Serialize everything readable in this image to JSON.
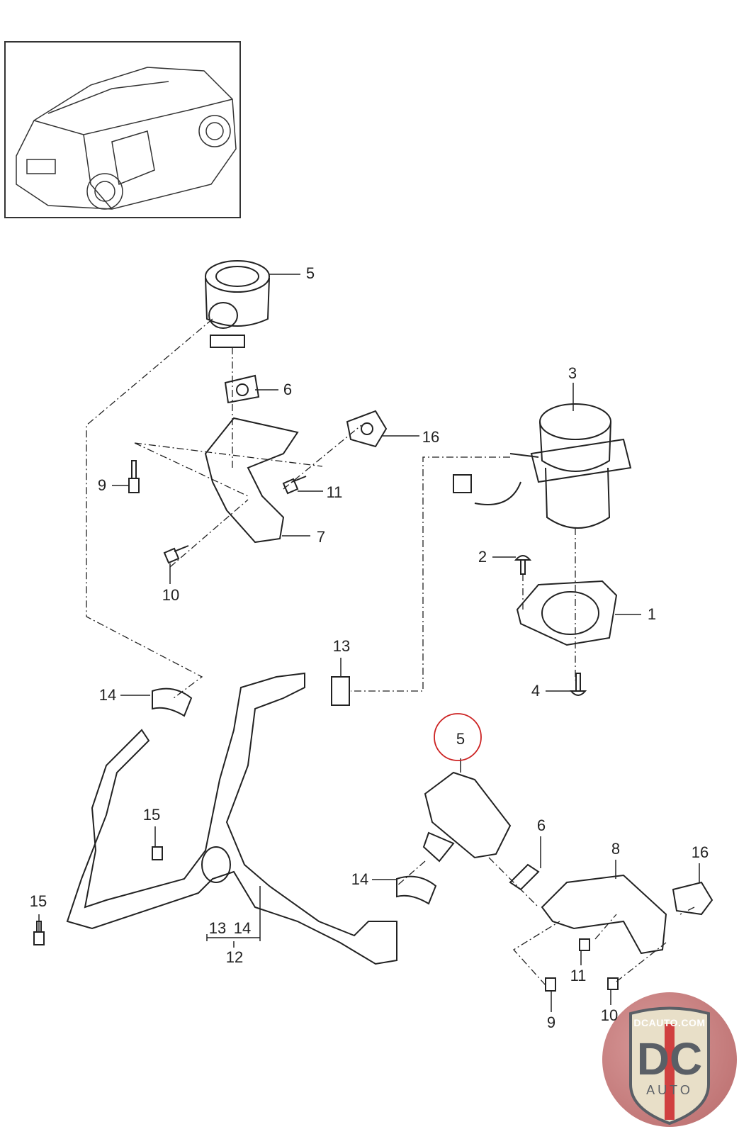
{
  "diagram": {
    "callouts": [
      "5",
      "6",
      "16",
      "3",
      "9",
      "11",
      "7",
      "10",
      "2",
      "1",
      "13",
      "14",
      "4",
      "5",
      "15",
      "6",
      "8",
      "16",
      "14",
      "15",
      "13",
      "14",
      "12",
      "11",
      "9",
      "10"
    ],
    "highlight_color": "#cc2222",
    "highlighted_part": "5"
  },
  "logo": {
    "site": "DCAUTO.COM",
    "mark": "DC",
    "sub": "AUTO"
  }
}
